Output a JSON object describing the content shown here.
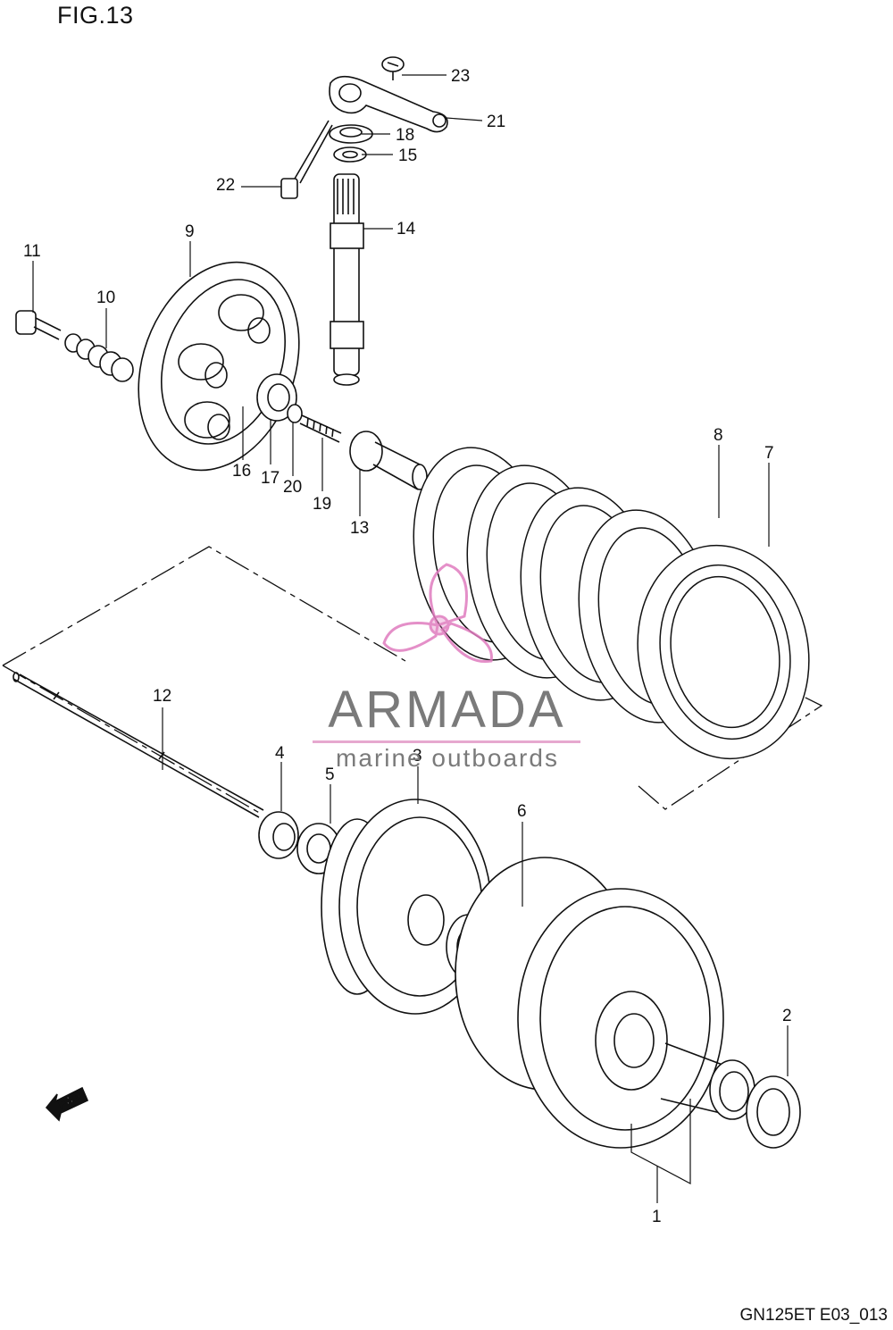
{
  "title": "FIG.13",
  "code": "GN125ET E03_013",
  "watermark": {
    "name": "ARMADA",
    "tagline": "marine outboards",
    "color": "#e07cbf"
  },
  "fwd_label": "FWD",
  "parts": [
    "1",
    "2",
    "3",
    "4",
    "5",
    "6",
    "7",
    "8",
    "9",
    "10",
    "11",
    "12",
    "13",
    "14",
    "15",
    "16",
    "17",
    "18",
    "19",
    "20",
    "21",
    "22",
    "23"
  ]
}
